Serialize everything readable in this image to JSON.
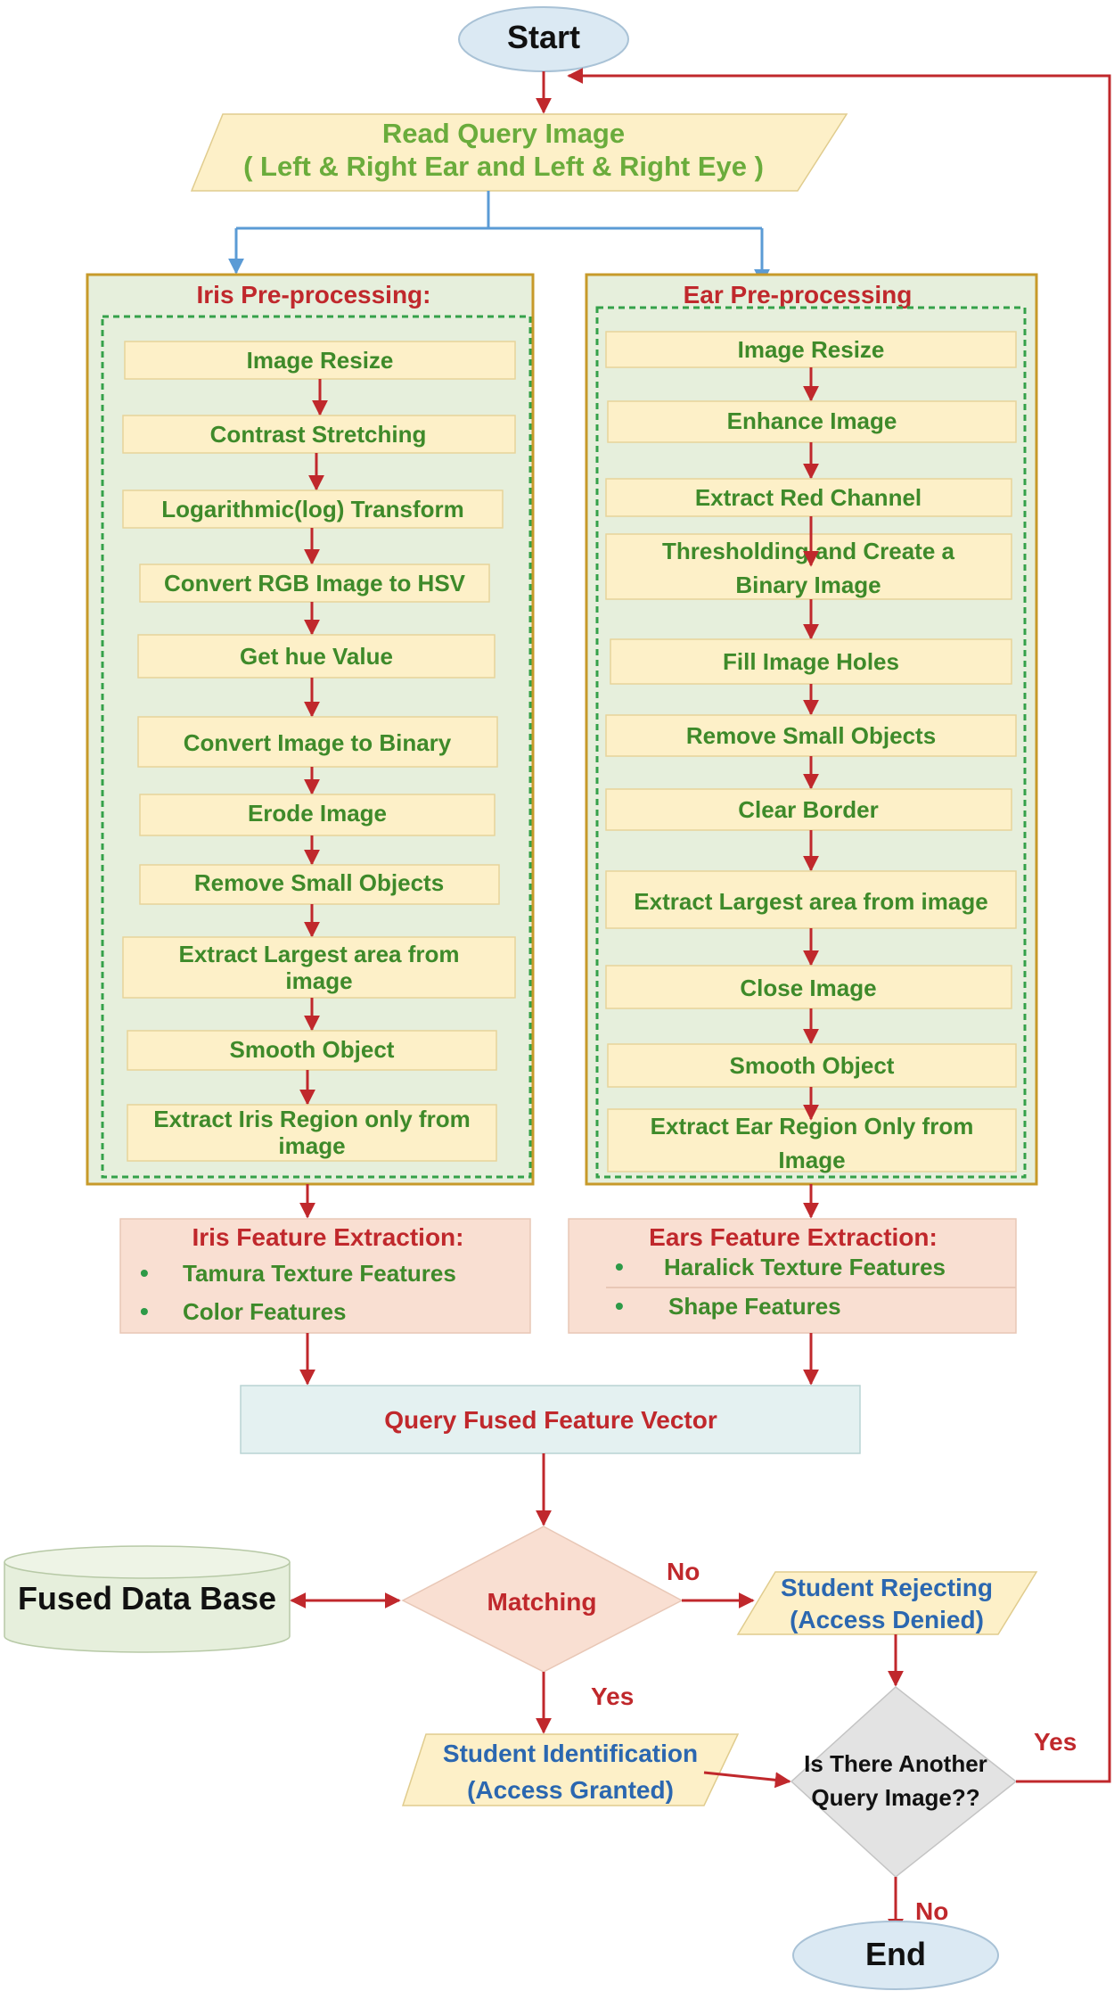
{
  "start": "Start",
  "end": "End",
  "read_query": {
    "line1": "Read Query Image",
    "line2": "( Left & Right Ear and Left & Right Eye )"
  },
  "iris": {
    "title": "Iris Pre-processing:",
    "steps": {
      "s1": "Image Resize",
      "s2": "Contrast Stretching",
      "s3": "Logarithmic(log) Transform",
      "s4": "Convert RGB Image to HSV",
      "s5": "Get hue Value",
      "s6": "Convert Image to Binary",
      "s7": "Erode Image",
      "s8": "Remove Small Objects",
      "s9a": "Extract Largest area from",
      "s9b": "image",
      "s10": "Smooth Object",
      "s11a": "Extract Iris Region only from",
      "s11b": "image"
    },
    "features": {
      "title": "Iris Feature Extraction:",
      "item1": "Tamura Texture Features",
      "item2": "Color Features"
    }
  },
  "ear": {
    "title": "Ear Pre-processing",
    "steps": {
      "s1": "Image Resize",
      "s2": "Enhance Image",
      "s3": "Extract Red Channel",
      "s4a": "Thresholding and Create a",
      "s4b": "Binary Image",
      "s5": "Fill Image Holes",
      "s6": "Remove Small Objects",
      "s7": "Clear Border",
      "s8": "Extract Largest area from image",
      "s9": "Close Image",
      "s10": "Smooth Object",
      "s11a": "Extract Ear Region Only from",
      "s11b": "Image"
    },
    "features": {
      "title": "Ears Feature Extraction:",
      "item1": "Haralick Texture Features",
      "item2": "Shape Features"
    }
  },
  "fused_vector": "Query Fused Feature Vector",
  "database": "Fused Data Base",
  "matching": "Matching",
  "no_label_1": "No",
  "yes_label_1": "Yes",
  "rejecting": {
    "line1": "Student Rejecting",
    "line2": "(Access Denied)"
  },
  "identification": {
    "line1": "Student Identification",
    "line2": "(Access Granted)"
  },
  "another": {
    "line1": "Is There Another",
    "line2": "Query Image??"
  },
  "yes_label_2": "Yes",
  "no_label_2": "No",
  "bullet": "•",
  "colors": {
    "green_text": "#3e8a2a",
    "red_text": "#c0282c",
    "blue_text": "#2b67b0",
    "step_fill": "#fdf0c8",
    "panel_fill": "#e6efdc",
    "panel_border": "#c79a2a",
    "dashed_border": "#35a14a",
    "feature_fill": "#f9dfd2",
    "vector_fill": "#e4f1f1",
    "terminal_fill": "#dbe9f3",
    "decision_fill": "#f9dfd2",
    "question_fill": "#e3e3e3",
    "database_fill": "#e6efdc",
    "split_arrow": "#5b9bd5"
  }
}
